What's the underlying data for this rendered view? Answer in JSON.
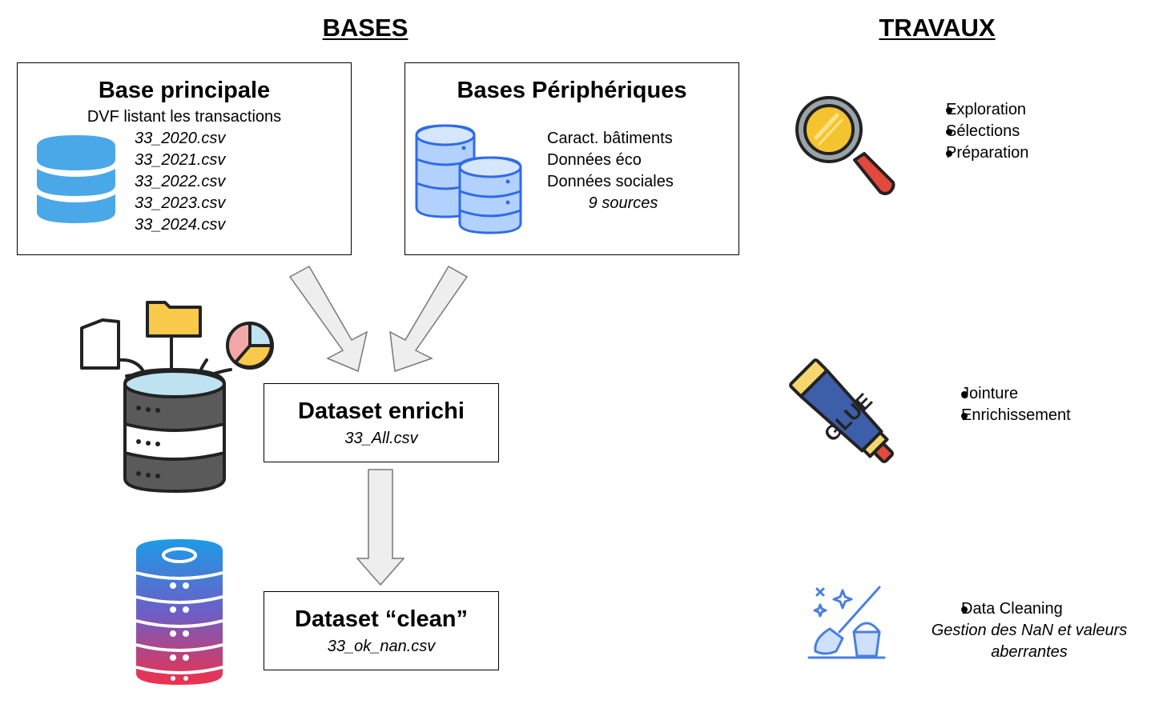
{
  "headings": {
    "bases": "BASES",
    "travaux": "TRAVAUX"
  },
  "base_principale": {
    "title": "Base principale",
    "subtitle": "DVF listant les transactions",
    "files": [
      "33_2020.csv",
      "33_2021.csv",
      "33_2022.csv",
      "33_2023.csv",
      "33_2024.csv"
    ],
    "icon": "database-icon"
  },
  "bases_peripheriques": {
    "title": "Bases Périphériques",
    "items": [
      "Caract. bâtiments",
      "Données éco",
      "Données sociales"
    ],
    "sources": "9 sources",
    "icon": "stacked-databases-icon"
  },
  "dataset_enrichi": {
    "title": "Dataset enrichi",
    "file": "33_All.csv"
  },
  "dataset_clean": {
    "title": "Dataset “clean”",
    "file": "33_ok_nan.csv"
  },
  "travaux": {
    "exploration": {
      "icon": "magnifier-icon",
      "items": [
        "Exploration",
        "Sélections",
        "Préparation"
      ]
    },
    "jointure": {
      "icon": "glue-tube-icon",
      "glue_text": "GLUE",
      "items": [
        "Jointure",
        "Enrichissement"
      ]
    },
    "cleaning": {
      "icon": "broom-bucket-icon",
      "item": "Data Cleaning",
      "detail": "Gestion des NaN et valeurs aberrantes"
    }
  },
  "colors": {
    "db_blue": "#4aa8e8",
    "db_periph": "#b3d1ff",
    "db_periph_stroke": "#2f6bea",
    "arrow_fill": "#eeeeee",
    "arrow_stroke": "#777777",
    "magnifier_yellow": "#f4c430",
    "glue_blue": "#3d5ea8",
    "glue_yellow": "#f5d76e",
    "gradient_top": "#1d9be6",
    "gradient_bottom": "#f0304a"
  }
}
